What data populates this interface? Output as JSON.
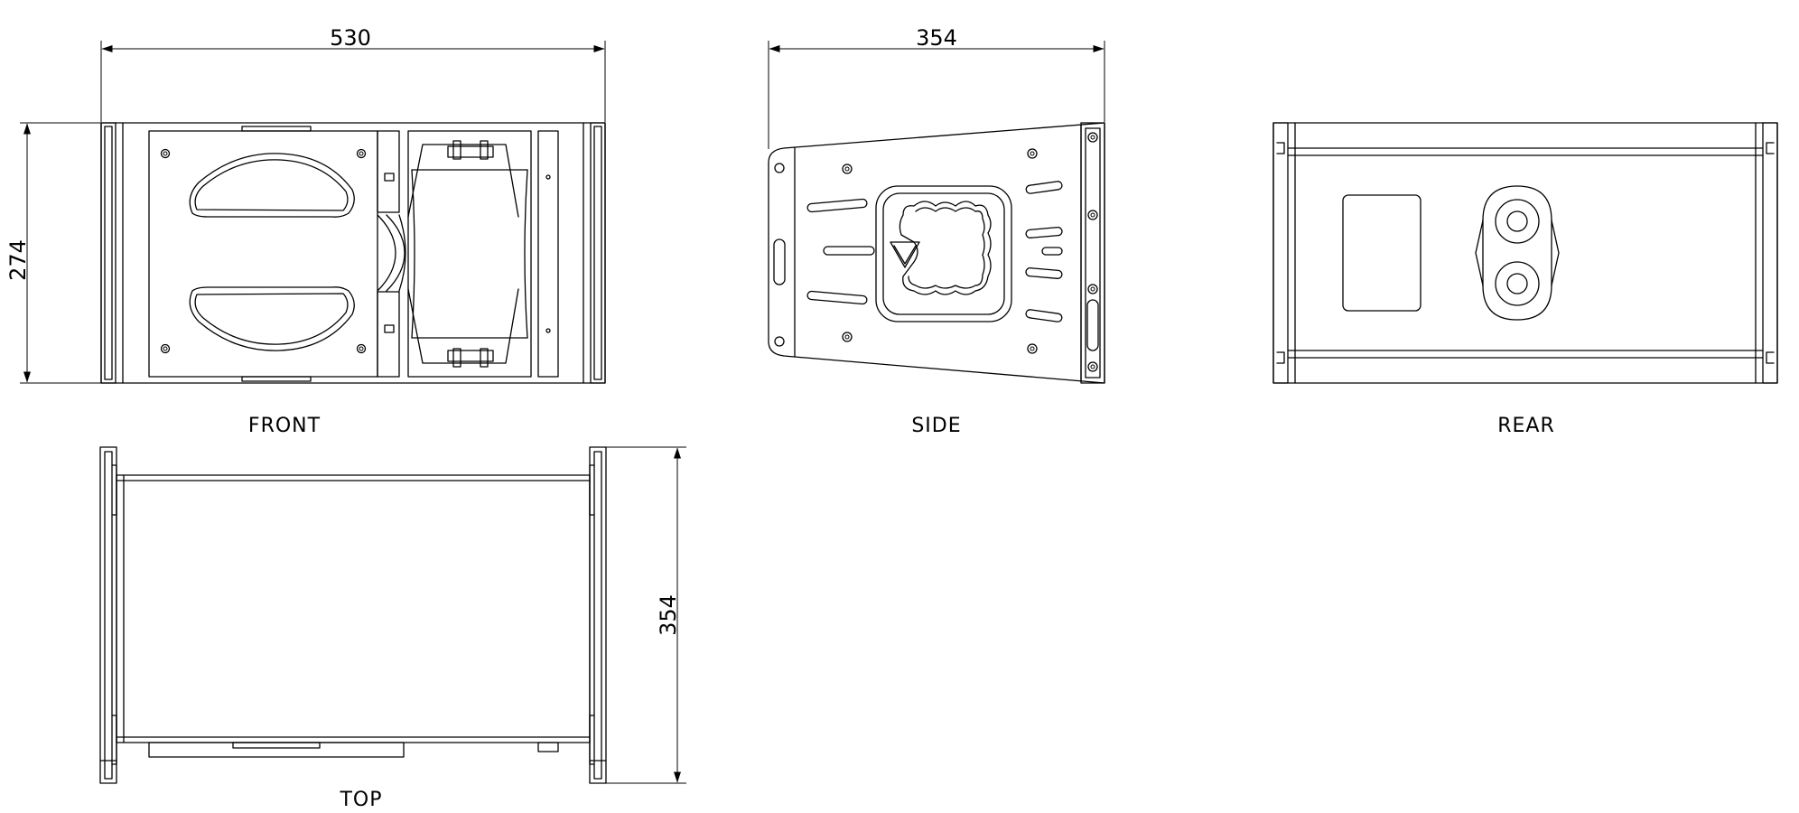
{
  "views": {
    "front": {
      "label": "FRONT",
      "width_dim": "530",
      "height_dim": "274"
    },
    "side": {
      "label": "SIDE",
      "depth_dim": "354"
    },
    "rear": {
      "label": "REAR"
    },
    "top": {
      "label": "TOP",
      "depth_dim": "354"
    }
  }
}
